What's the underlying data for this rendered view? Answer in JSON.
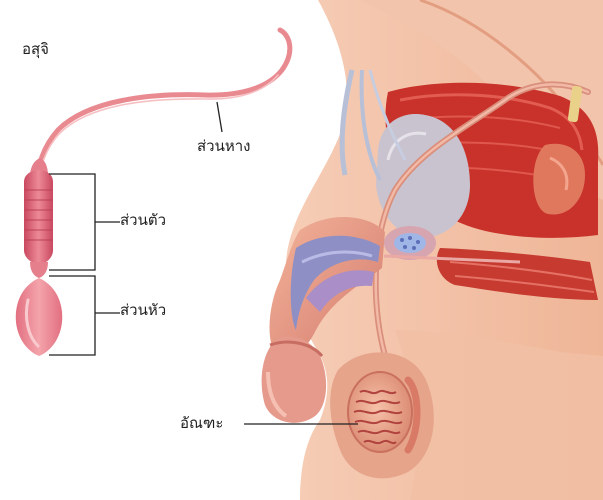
{
  "labels": {
    "title": "อสุจิ",
    "tail": "ส่วนหาง",
    "midpiece": "ส่วนตัว",
    "head": "ส่วนหัว",
    "testis": "อัณฑะ"
  },
  "colors": {
    "background": "#ffffff",
    "skin": "#f4c3a9",
    "skin_shadow": "#e7a88b",
    "sperm": "#e8808a",
    "sperm_midpiece": "#d9536a",
    "muscle": "#c8322a",
    "bladder": "#c9c3cf",
    "urethra": "#8e8fc4",
    "vessel": "#b8c0d8",
    "leader_line": "#222222"
  }
}
